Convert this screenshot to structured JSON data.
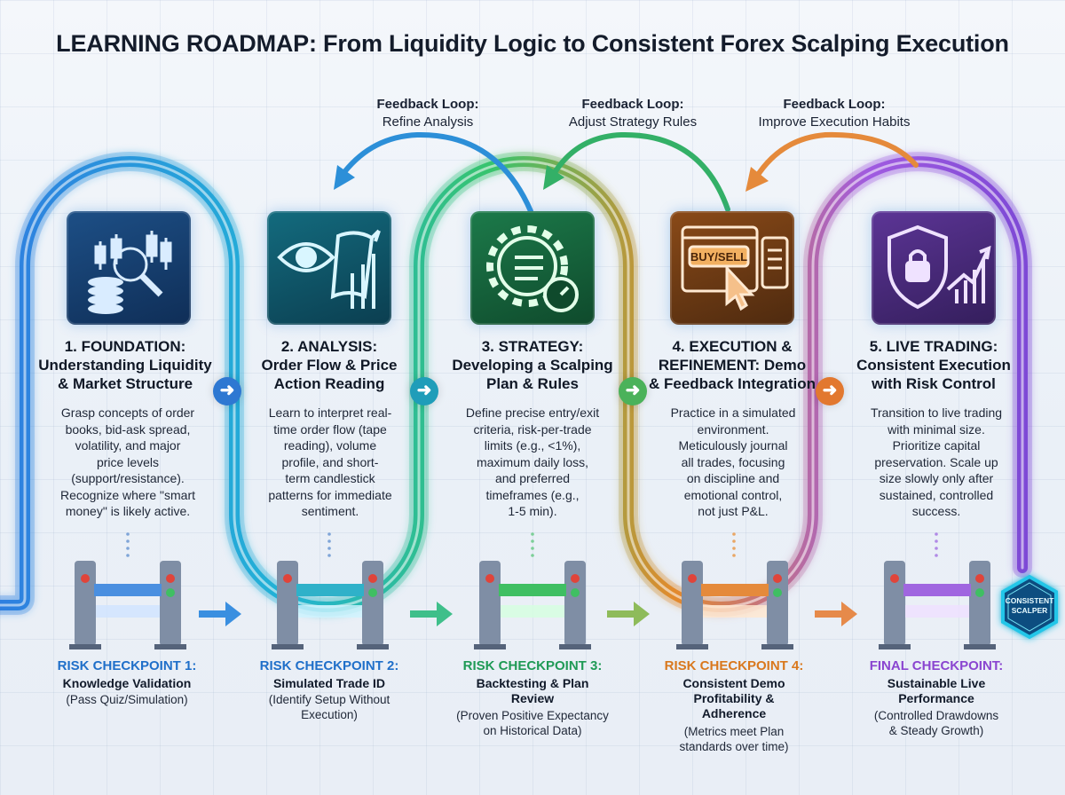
{
  "title": "LEARNING ROADMAP: From Liquidity Logic to Consistent Forex Scalping Execution",
  "feedback_loops": [
    {
      "label": "Feedback Loop:",
      "text": "Refine Analysis"
    },
    {
      "label": "Feedback Loop:",
      "text": "Adjust Strategy Rules"
    },
    {
      "label": "Feedback Loop:",
      "text": "Improve Execution Habits"
    }
  ],
  "stages": [
    {
      "title_l1": "1. FOUNDATION:",
      "title_l2": "Understanding Liquidity",
      "title_l3": "& Market Structure",
      "desc": [
        "Grasp concepts of order",
        "books, bid-ask spread,",
        "volatility, and major",
        "price levels",
        "(support/resistance).",
        "Recognize where \"smart",
        "money\" is likely active."
      ],
      "icon": "liquidity-icon",
      "color": "#2f86d8"
    },
    {
      "title_l1": "2. ANALYSIS:",
      "title_l2": "Order Flow & Price",
      "title_l3": "Action Reading",
      "desc": [
        "Learn to interpret real-",
        "time order flow (tape",
        "reading), volume",
        "profile, and short-",
        "term candlestick",
        "patterns for immediate",
        "sentiment."
      ],
      "icon": "order-flow-eye-icon",
      "color": "#1fa5c4"
    },
    {
      "title_l1": "3. STRATEGY:",
      "title_l2": "Developing a Scalping",
      "title_l3": "Plan & Rules",
      "desc": [
        "Define precise entry/exit",
        "criteria, risk-per-trade",
        "limits (e.g., <1%),",
        "maximum daily loss,",
        "and preferred",
        "timeframes (e.g.,",
        "1-5 min)."
      ],
      "icon": "strategy-gear-icon",
      "color": "#2fb56a"
    },
    {
      "title_l1": "4. EXECUTION &",
      "title_l2": "REFINEMENT:  Demo",
      "title_l3": "& Feedback Integration",
      "desc": [
        "Practice in a simulated",
        "environment.",
        "Meticulously journal",
        "all trades, focusing",
        "on discipline and",
        "emotional control,",
        "not just P&L."
      ],
      "icon": "buy-sell-click-icon",
      "color": "#e08a2a",
      "badge": "BUY/SELL"
    },
    {
      "title_l1": "5. LIVE TRADING:",
      "title_l2": "Consistent Execution",
      "title_l3": "with Risk Control",
      "desc": [
        "Transition to live trading",
        "with minimal size.",
        "Prioritize capital",
        "preservation. Scale up",
        "size slowly only after",
        "sustained, controlled",
        "success."
      ],
      "icon": "shield-lock-chart-icon",
      "color": "#8a55d6"
    }
  ],
  "checkpoints": [
    {
      "title": "RISK CHECKPOINT 1:",
      "subtitle": [
        "Knowledge Validation"
      ],
      "note": [
        "(Pass Quiz/Simulation)"
      ],
      "color": "#1f6fc9"
    },
    {
      "title": "RISK CHECKPOINT 2:",
      "subtitle": [
        "Simulated Trade ID"
      ],
      "note": [
        "(Identify Setup Without",
        "Execution)"
      ],
      "color": "#1f6fc9"
    },
    {
      "title": "RISK CHECKPOINT 3:",
      "subtitle": [
        "Backtesting & Plan",
        "Review"
      ],
      "note": [
        "(Proven Positive Expectancy",
        "on Historical Data)"
      ],
      "color": "#1f9a55"
    },
    {
      "title": "RISK CHECKPOINT 4:",
      "subtitle": [
        "Consistent Demo",
        "Profitability &",
        "Adherence"
      ],
      "note": [
        "(Metrics meet Plan",
        "standards over time)"
      ],
      "color": "#d9781d"
    },
    {
      "title": "FINAL CHECKPOINT:",
      "subtitle": [
        "Sustainable Live",
        "Performance"
      ],
      "note": [
        "(Controlled Drawdowns",
        "& Steady Growth)"
      ],
      "color": "#8a45d0"
    }
  ],
  "badge": {
    "text": "CONSISTENT SCALPER"
  },
  "arrow_glyph": "➜"
}
